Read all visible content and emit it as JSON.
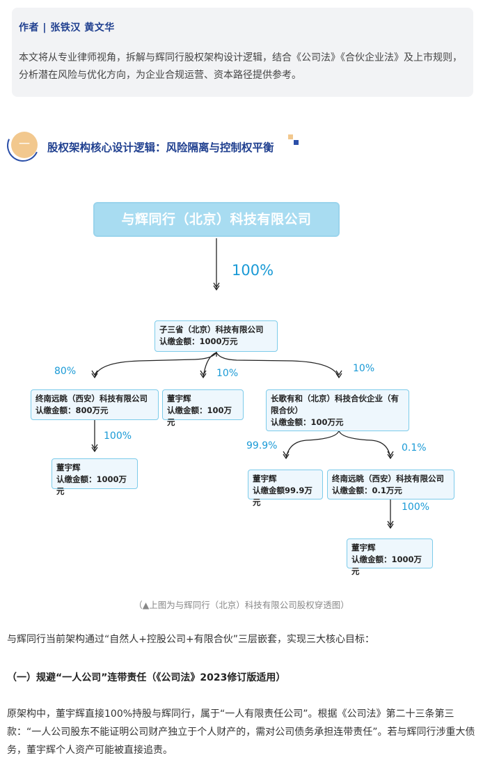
{
  "intro": {
    "author": "作者 | 张铁汉 黄文华",
    "text": "本文将从专业律师视角，拆解与辉同行股权架构设计逻辑，结合《公司法》《合伙企业法》及上市规则，分析潜在风险与优化方向，为企业合规运营、资本路径提供参考。"
  },
  "section": {
    "badge": "一",
    "title": "股权架构核心设计逻辑：风险隔离与控制权平衡"
  },
  "diagram": {
    "top": "与辉同行（北京）科技有限公司",
    "pct_top": "100%",
    "n1": {
      "name": "子三省（北京）科技有限公司",
      "amount": "认缴金额：1000万元"
    },
    "pct_80": "80%",
    "pct_10a": "10%",
    "pct_10b": "10%",
    "n2": {
      "name": "终南远眺（西安）科技有限公司",
      "amount": "认缴金额：800万元"
    },
    "n3": {
      "name": "董宇辉",
      "amount": "认缴金额：100万元"
    },
    "n4": {
      "name": "长歌有和（北京）科技合伙企业（有限合伙）",
      "amount": "认缴金额：100万元"
    },
    "pct_100b": "100%",
    "n5": {
      "name": "董宇辉",
      "amount": "认缴金额：1000万元"
    },
    "pct_999": "99.9%",
    "pct_01": "0.1%",
    "n6": {
      "name": "董宇辉",
      "amount": "认缴金额99.9万元"
    },
    "n7": {
      "name": "终南远眺（西安）科技有限公司",
      "amount": "认缴金额：0.1万元"
    },
    "pct_100c": "100%",
    "n8": {
      "name": "董宇辉",
      "amount": "认缴金额：1000万元"
    }
  },
  "caption": "（▲上图为与辉同行（北京）科技有限公司股权穿透图）",
  "para1": "与辉同行当前架构通过“自然人+控股公司+有限合伙”三层嵌套，实现三大核心目标：",
  "subhead": "（一）规避“一人公司”连带责任（《公司法》2023修订版适用）",
  "para2": "原架构中，董宇辉直接100%持股与辉同行，属于“一人有限责任公司”。根据《公司法》第二十三条第三款：“一人公司股东不能证明公司财产独立于个人财产的，需对公司债务承担连带责任”。若与辉同行涉重大债务，董宇辉个人资产可能被直接追责。",
  "colors": {
    "accent": "#1f3f8f",
    "line": "#1a9ad6",
    "badge": "#f2c88e"
  }
}
